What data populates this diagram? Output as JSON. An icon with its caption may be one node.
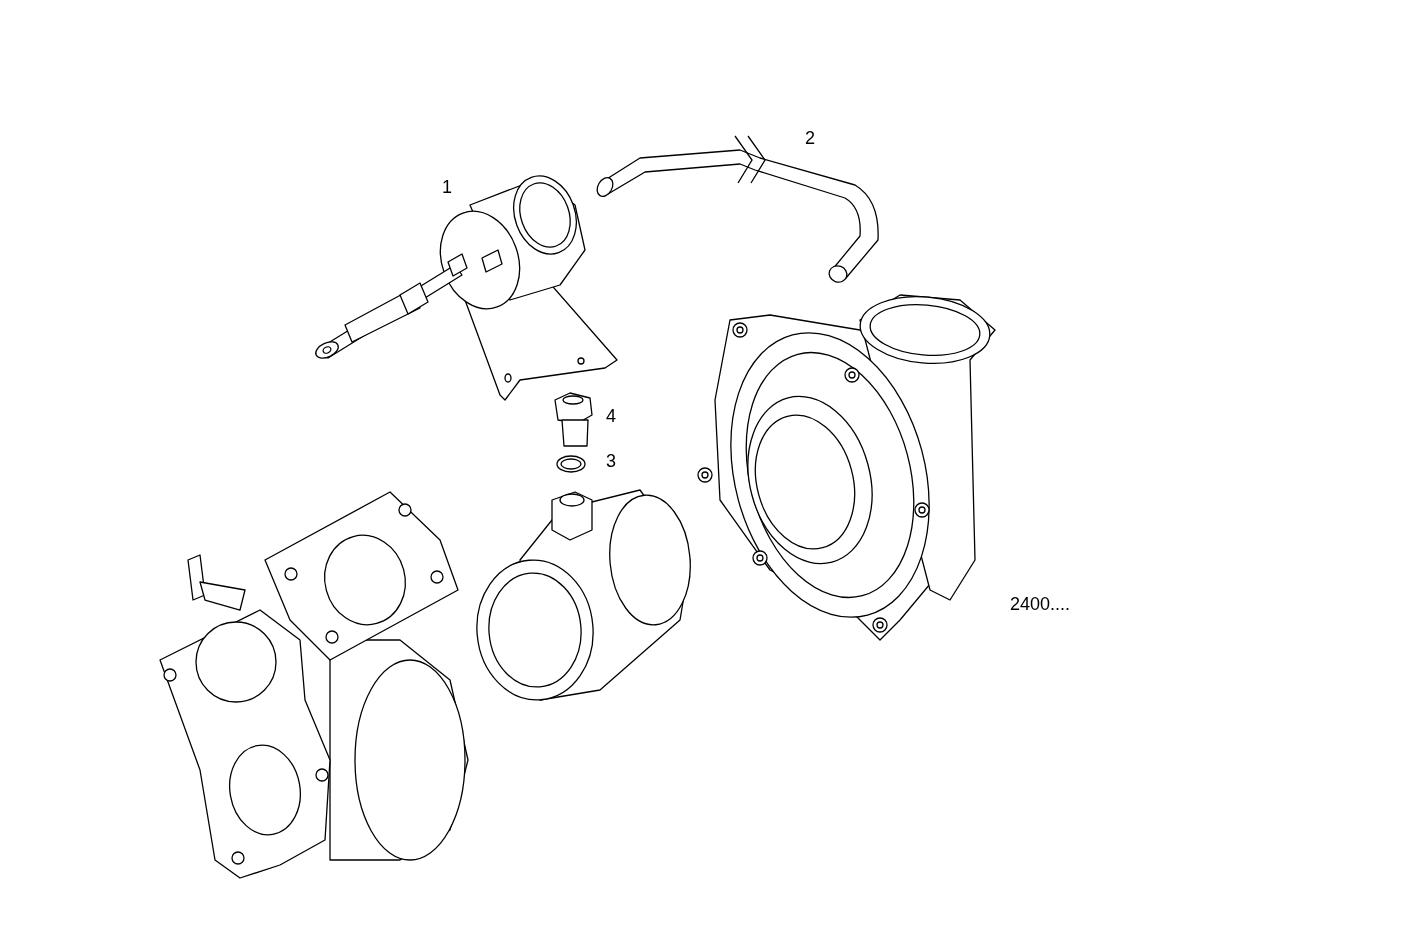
{
  "diagram": {
    "labels": [
      "2",
      "1",
      "4",
      "3",
      "2400...."
    ]
  }
}
